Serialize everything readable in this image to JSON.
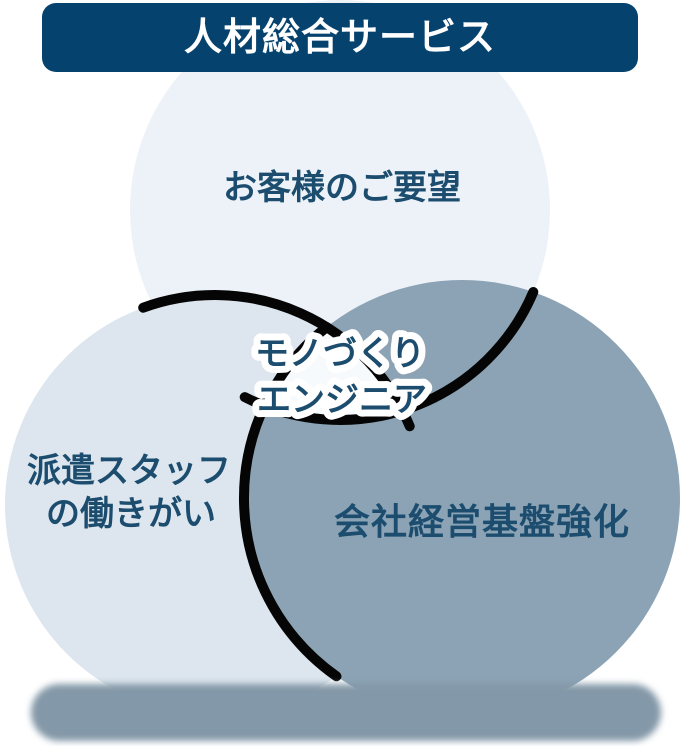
{
  "banner": {
    "label": "人材総合サービス"
  },
  "circles": {
    "top": {
      "label": "お客様のご要望",
      "fill": "#edf2f8"
    },
    "left": {
      "label_line1": "派遣スタッフ",
      "label_line2": "の働きがい",
      "fill": "#dde6ee"
    },
    "right": {
      "label": "会社経営基盤強化",
      "fill": "#8ba3b4"
    },
    "center": {
      "label_line1": "モノづくり",
      "label_line2": "エンジニア",
      "fill": "#f7fafc"
    }
  },
  "colors": {
    "banner_bg": "#05436e",
    "banner_text": "#ffffff",
    "label_text": "#1c4d6f",
    "outline": "#050505",
    "ground_shadow": "#8398a8"
  }
}
